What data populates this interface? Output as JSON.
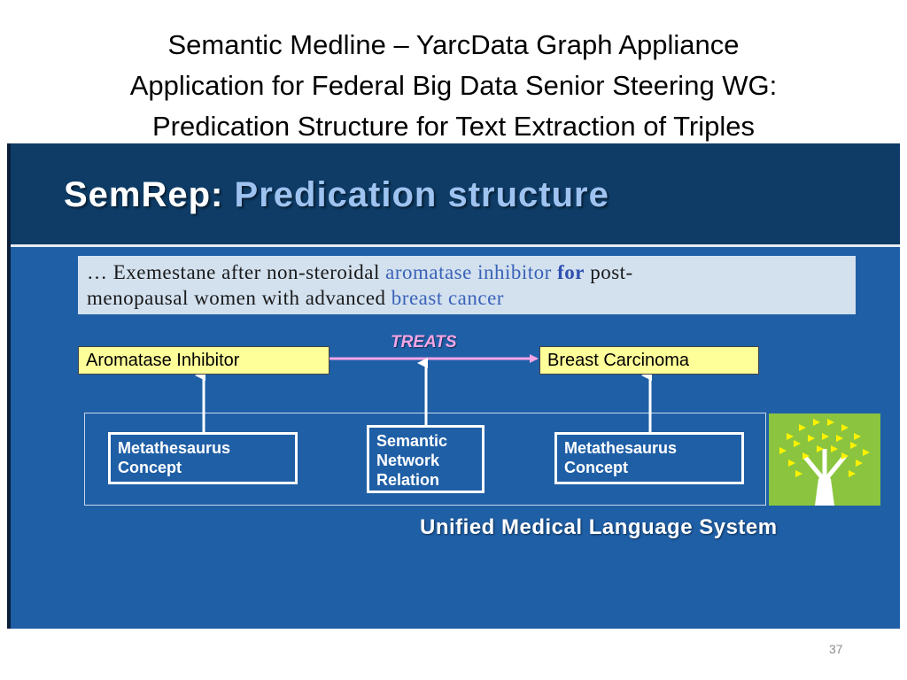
{
  "slide": {
    "title_lines": [
      "Semantic Medline – YarcData Graph Appliance",
      "Application for Federal Big Data Senior Steering WG:",
      "Predication Structure for Text Extraction of Triples"
    ],
    "page_number": "37"
  },
  "panel": {
    "header": {
      "part1": "SemRep:",
      "part2": "Predication structure"
    },
    "sentence": {
      "line1_a": "… Exemestane after non-steroidal ",
      "line1_b": "aromatase inhibitor",
      "line1_c": " ",
      "line1_d": "for",
      "line1_e": " post-",
      "line2_a": "menopausal women with advanced ",
      "line2_b": "breast cancer"
    },
    "subject": "Aromatase Inhibitor",
    "predicate": "TREATS",
    "object": "Breast Carcinoma",
    "concept_left": {
      "line1": "Metathesaurus",
      "line2": "Concept"
    },
    "relation": {
      "line1": "Semantic",
      "line2": "Network",
      "line3": "Relation"
    },
    "concept_right": {
      "line1": "Metathesaurus",
      "line2": "Concept"
    },
    "umls_label": "Unified Medical Language System",
    "logo_icon": "umls-tree-icon"
  },
  "colors": {
    "panel_bg": "#1f5fa6",
    "header_bg": "#0e3c66",
    "node_yellow": "#ffff99",
    "treats_pink": "#f4a6e6",
    "logo_green": "#8bc53f"
  }
}
